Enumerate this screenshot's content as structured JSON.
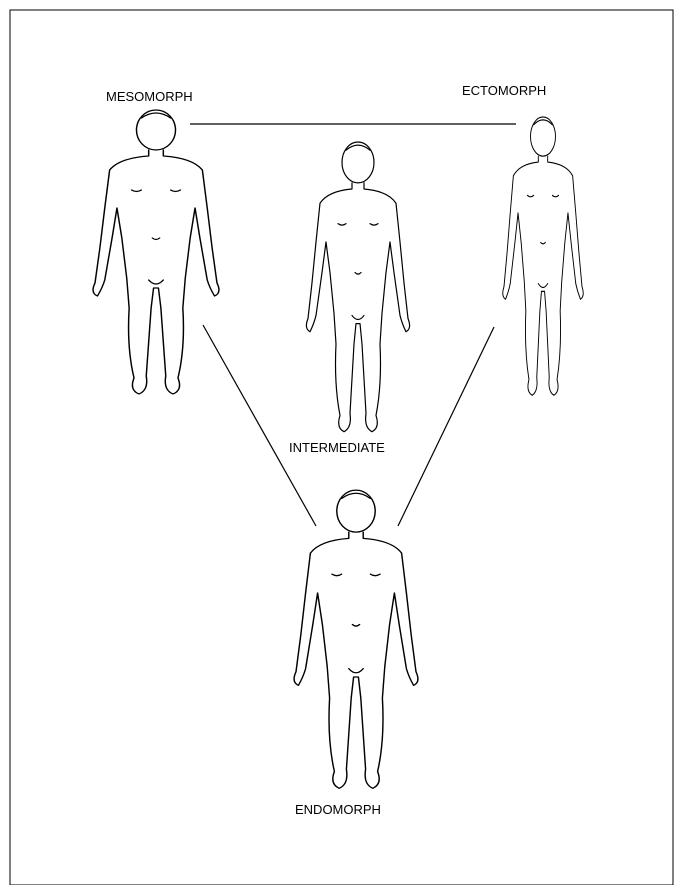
{
  "diagram": {
    "labels": {
      "mesomorph": "MESOMORPH",
      "ectomorph": "ECTOMORPH",
      "intermediate": "INTERMEDIATE",
      "endomorph": "ENDOMORPH"
    },
    "colors": {
      "ink": "#000000",
      "background": "#ffffff"
    }
  }
}
